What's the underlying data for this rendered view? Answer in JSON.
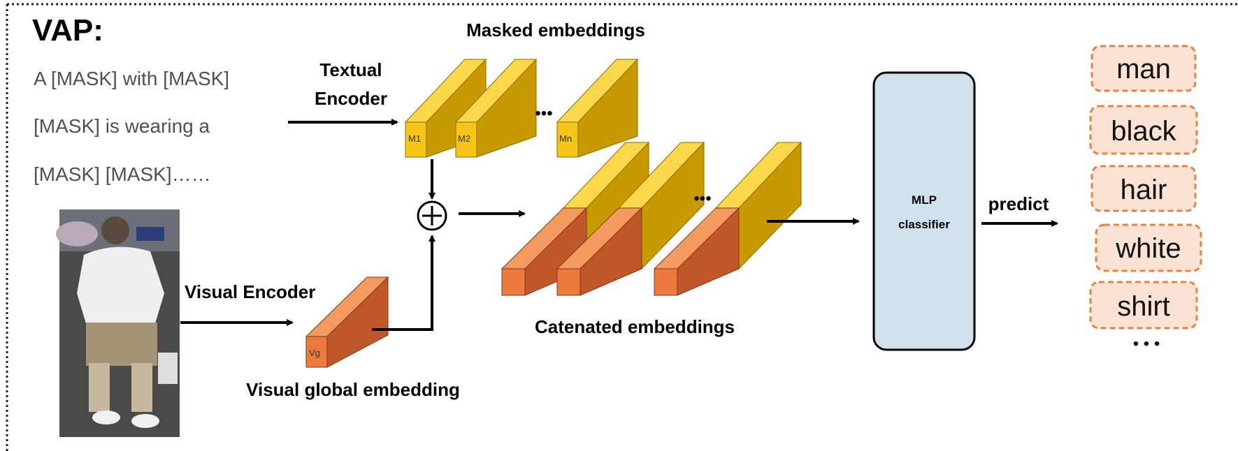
{
  "title": "VAP:",
  "caption_lines": [
    "A [MASK] with [MASK]",
    "[MASK] is wearing a",
    "[MASK] [MASK]……"
  ],
  "labels": {
    "masked_embeddings": "Masked embeddings",
    "textual_encoder_line1": "Textual",
    "textual_encoder_line2": "Encoder",
    "visual_encoder": "Visual Encoder",
    "visual_global_embedding": "Visual global embedding",
    "catenated_embeddings": "Catenated embeddings",
    "mlp_line1": "MLP",
    "mlp_line2": "classifier",
    "predict": "predict",
    "ellipsis": "•••"
  },
  "masked_blocks": [
    "M1",
    "M2",
    "Mn"
  ],
  "visual_block": "Vg",
  "predictions": [
    "man",
    "black",
    "hair",
    "white",
    "shirt"
  ],
  "predictions_more": "• • •",
  "image_description_icon": "person-photo-icon",
  "colors": {
    "yellow_front": "#f5c518",
    "yellow_top": "#fad84a",
    "yellow_side": "#c99a00",
    "orange_front": "#ec7a3c",
    "orange_top": "#f29a60",
    "orange_side": "#c0572a",
    "mlp_fill": "#cfe2eb",
    "pred_fill": "#fbe3d4",
    "pred_border": "#e8823f",
    "caption_color": "#505050"
  }
}
